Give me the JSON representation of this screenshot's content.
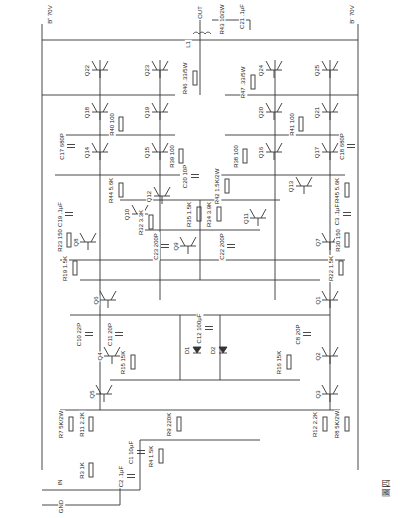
{
  "diagram": {
    "labels": [
      "B⁺ 70V",
      "OUT",
      "R43 10/2W",
      "C21 .1μF",
      "B⁻ 70V",
      "L1",
      "R46 .33/5W",
      "R47 .33/5W",
      "Q22",
      "Q23",
      "Q24",
      "Q25",
      "Q18",
      "Q19",
      "Q20",
      "Q21",
      "Q14",
      "Q15",
      "Q16",
      "Q17",
      "R40 100",
      "R41 100",
      "C17 680P",
      "C18 680P",
      "R38 100",
      "R39 100",
      "C20 10P",
      "R44 5.6K",
      "R45 5.6K",
      "R42 1.5K/2W",
      "R34 3.9K",
      "R35 1.5K",
      "Q10",
      "Q11",
      "Q12",
      "Q13",
      "C19 .1μF",
      "C3 .1μF",
      "R23 150",
      "R30 150",
      "R32 3.3K",
      "C23 200P",
      "C22 200P",
      "Q8",
      "Q9",
      "Q7",
      "R19 1.5K",
      "R22 1.5K",
      "Q6",
      "Q1",
      "C10 22P",
      "C11 20P",
      "C8 20P",
      "C12 100μF",
      "D1",
      "D2",
      "Q4",
      "Q2",
      "R15 15K",
      "R16 15K",
      "Q5",
      "Q3",
      "R7 5K/2W",
      "R8 5K/2W",
      "R11 2.2K",
      "R12 2.2K",
      "R9 220K",
      "C1 10μF",
      "R4 1.5K",
      "R3 1K",
      "C2 .1μF",
      "IN",
      "GND",
      "圖四"
    ]
  }
}
